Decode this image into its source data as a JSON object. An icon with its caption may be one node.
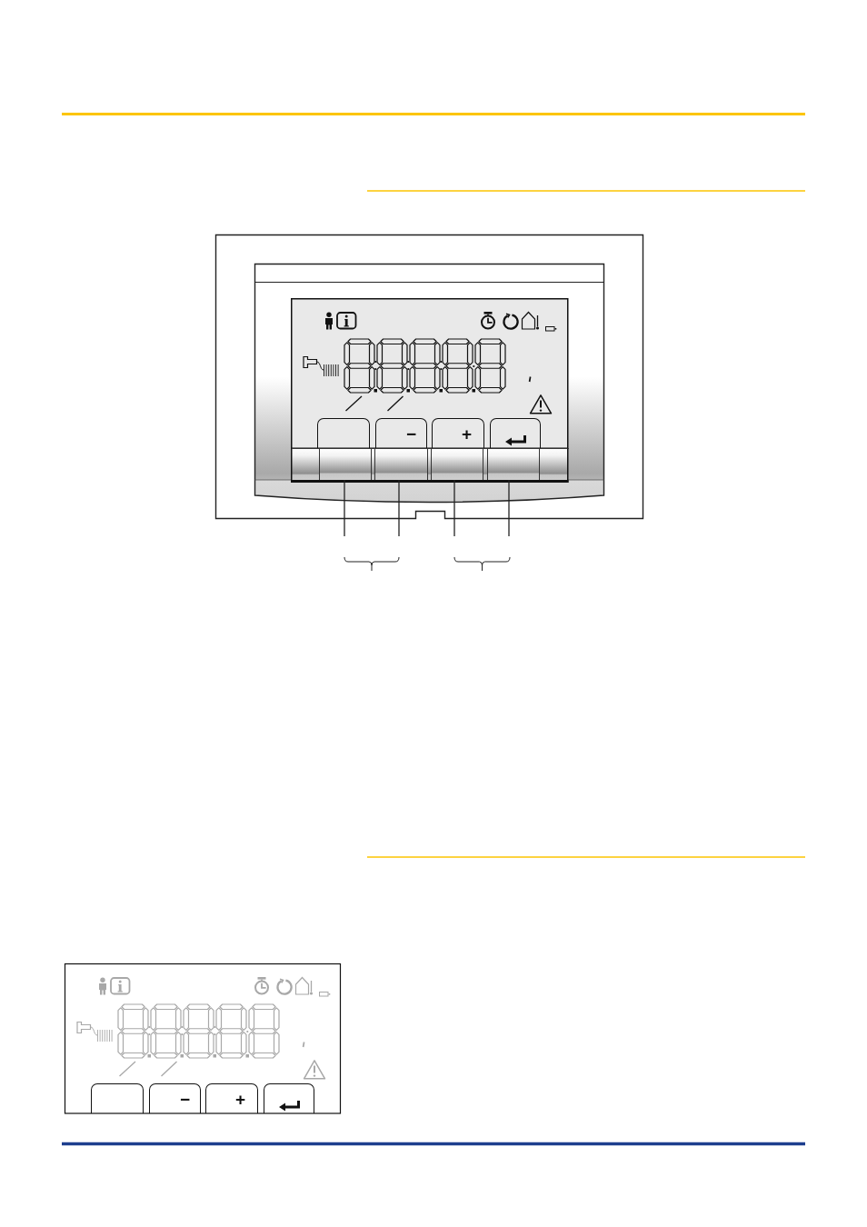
{
  "diagram": {
    "nodes": [
      {
        "text": [],
        "shape": "box"
      },
      {
        "text": [
          "−"
        ]
      },
      {
        "text": [
          "+"
        ]
      },
      {
        "text": [],
        "shape": "box"
      },
      {
        "text": [],
        "shape": "box"
      },
      {
        "text": [],
        "shape": "box"
      },
      {
        "text": [],
        "shape": "box"
      },
      {
        "text": [],
        "shape": "box"
      },
      {
        "text": [],
        "shape": "box"
      },
      {
        "text": [
          "−"
        ]
      },
      {
        "text": [
          "+"
        ]
      },
      {
        "text": [],
        "shape": "box"
      }
    ],
    "edges": [
      {
        "from": 4,
        "to": null,
        "arrow": "none"
      },
      {
        "from": 5,
        "to": null,
        "arrow": "none"
      },
      {
        "from": 6,
        "to": null,
        "arrow": "none"
      },
      {
        "from": 7,
        "to": null,
        "arrow": "none"
      }
    ]
  }
}
